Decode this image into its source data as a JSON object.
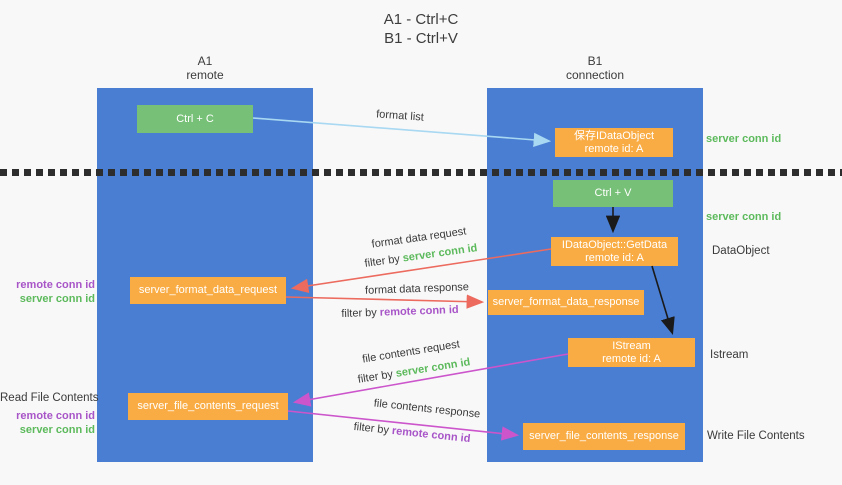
{
  "title": {
    "line1": "A1 - Ctrl+C",
    "line2": "B1 - Ctrl+V"
  },
  "lifelines": {
    "left": {
      "name": "A1",
      "role": "remote"
    },
    "right": {
      "name": "B1",
      "role": "connection"
    }
  },
  "boxes": {
    "ctrl_c": "Ctrl + C",
    "ctrl_v": "Ctrl + V",
    "save_idataobject": {
      "title": "保存IDataObject",
      "subtitle": "remote id: A"
    },
    "getdata": {
      "title": "IDataObject::GetData",
      "subtitle": "remote id: A"
    },
    "istream": {
      "title": "IStream",
      "subtitle": "remote id: A"
    },
    "server_format_data_request": "server_format_data_request",
    "server_format_data_response": "server_format_data_response",
    "server_file_contents_request": "server_file_contents_request",
    "server_file_contents_response": "server_file_contents_response"
  },
  "terms": {
    "server_conn_id": "server conn id",
    "remote_conn_id": "remote conn id",
    "filter_by": "filter by"
  },
  "annotations": {
    "dataobject": "DataObject",
    "istream": "Istream",
    "read_file_contents": "Read File Contents",
    "write_file_contents": "Write File Contents"
  },
  "arrow_labels": {
    "format_list": "format list",
    "format_data_request": "format data request",
    "format_data_response": "format data response",
    "file_contents_request": "file contents request",
    "file_contents_response": "file contents response"
  },
  "colors": {
    "column_blue": "#4a7ed2",
    "box_green": "#77c077",
    "box_orange": "#f9ac44",
    "label_green": "#5cba5c",
    "label_purple": "#a855c8",
    "arrow_red": "#ec6a5e",
    "arrow_magenta": "#cc55cc",
    "arrow_lightblue": "#a8d8f2",
    "arrow_black": "#1a1a1a",
    "background": "#f8f8f8"
  }
}
